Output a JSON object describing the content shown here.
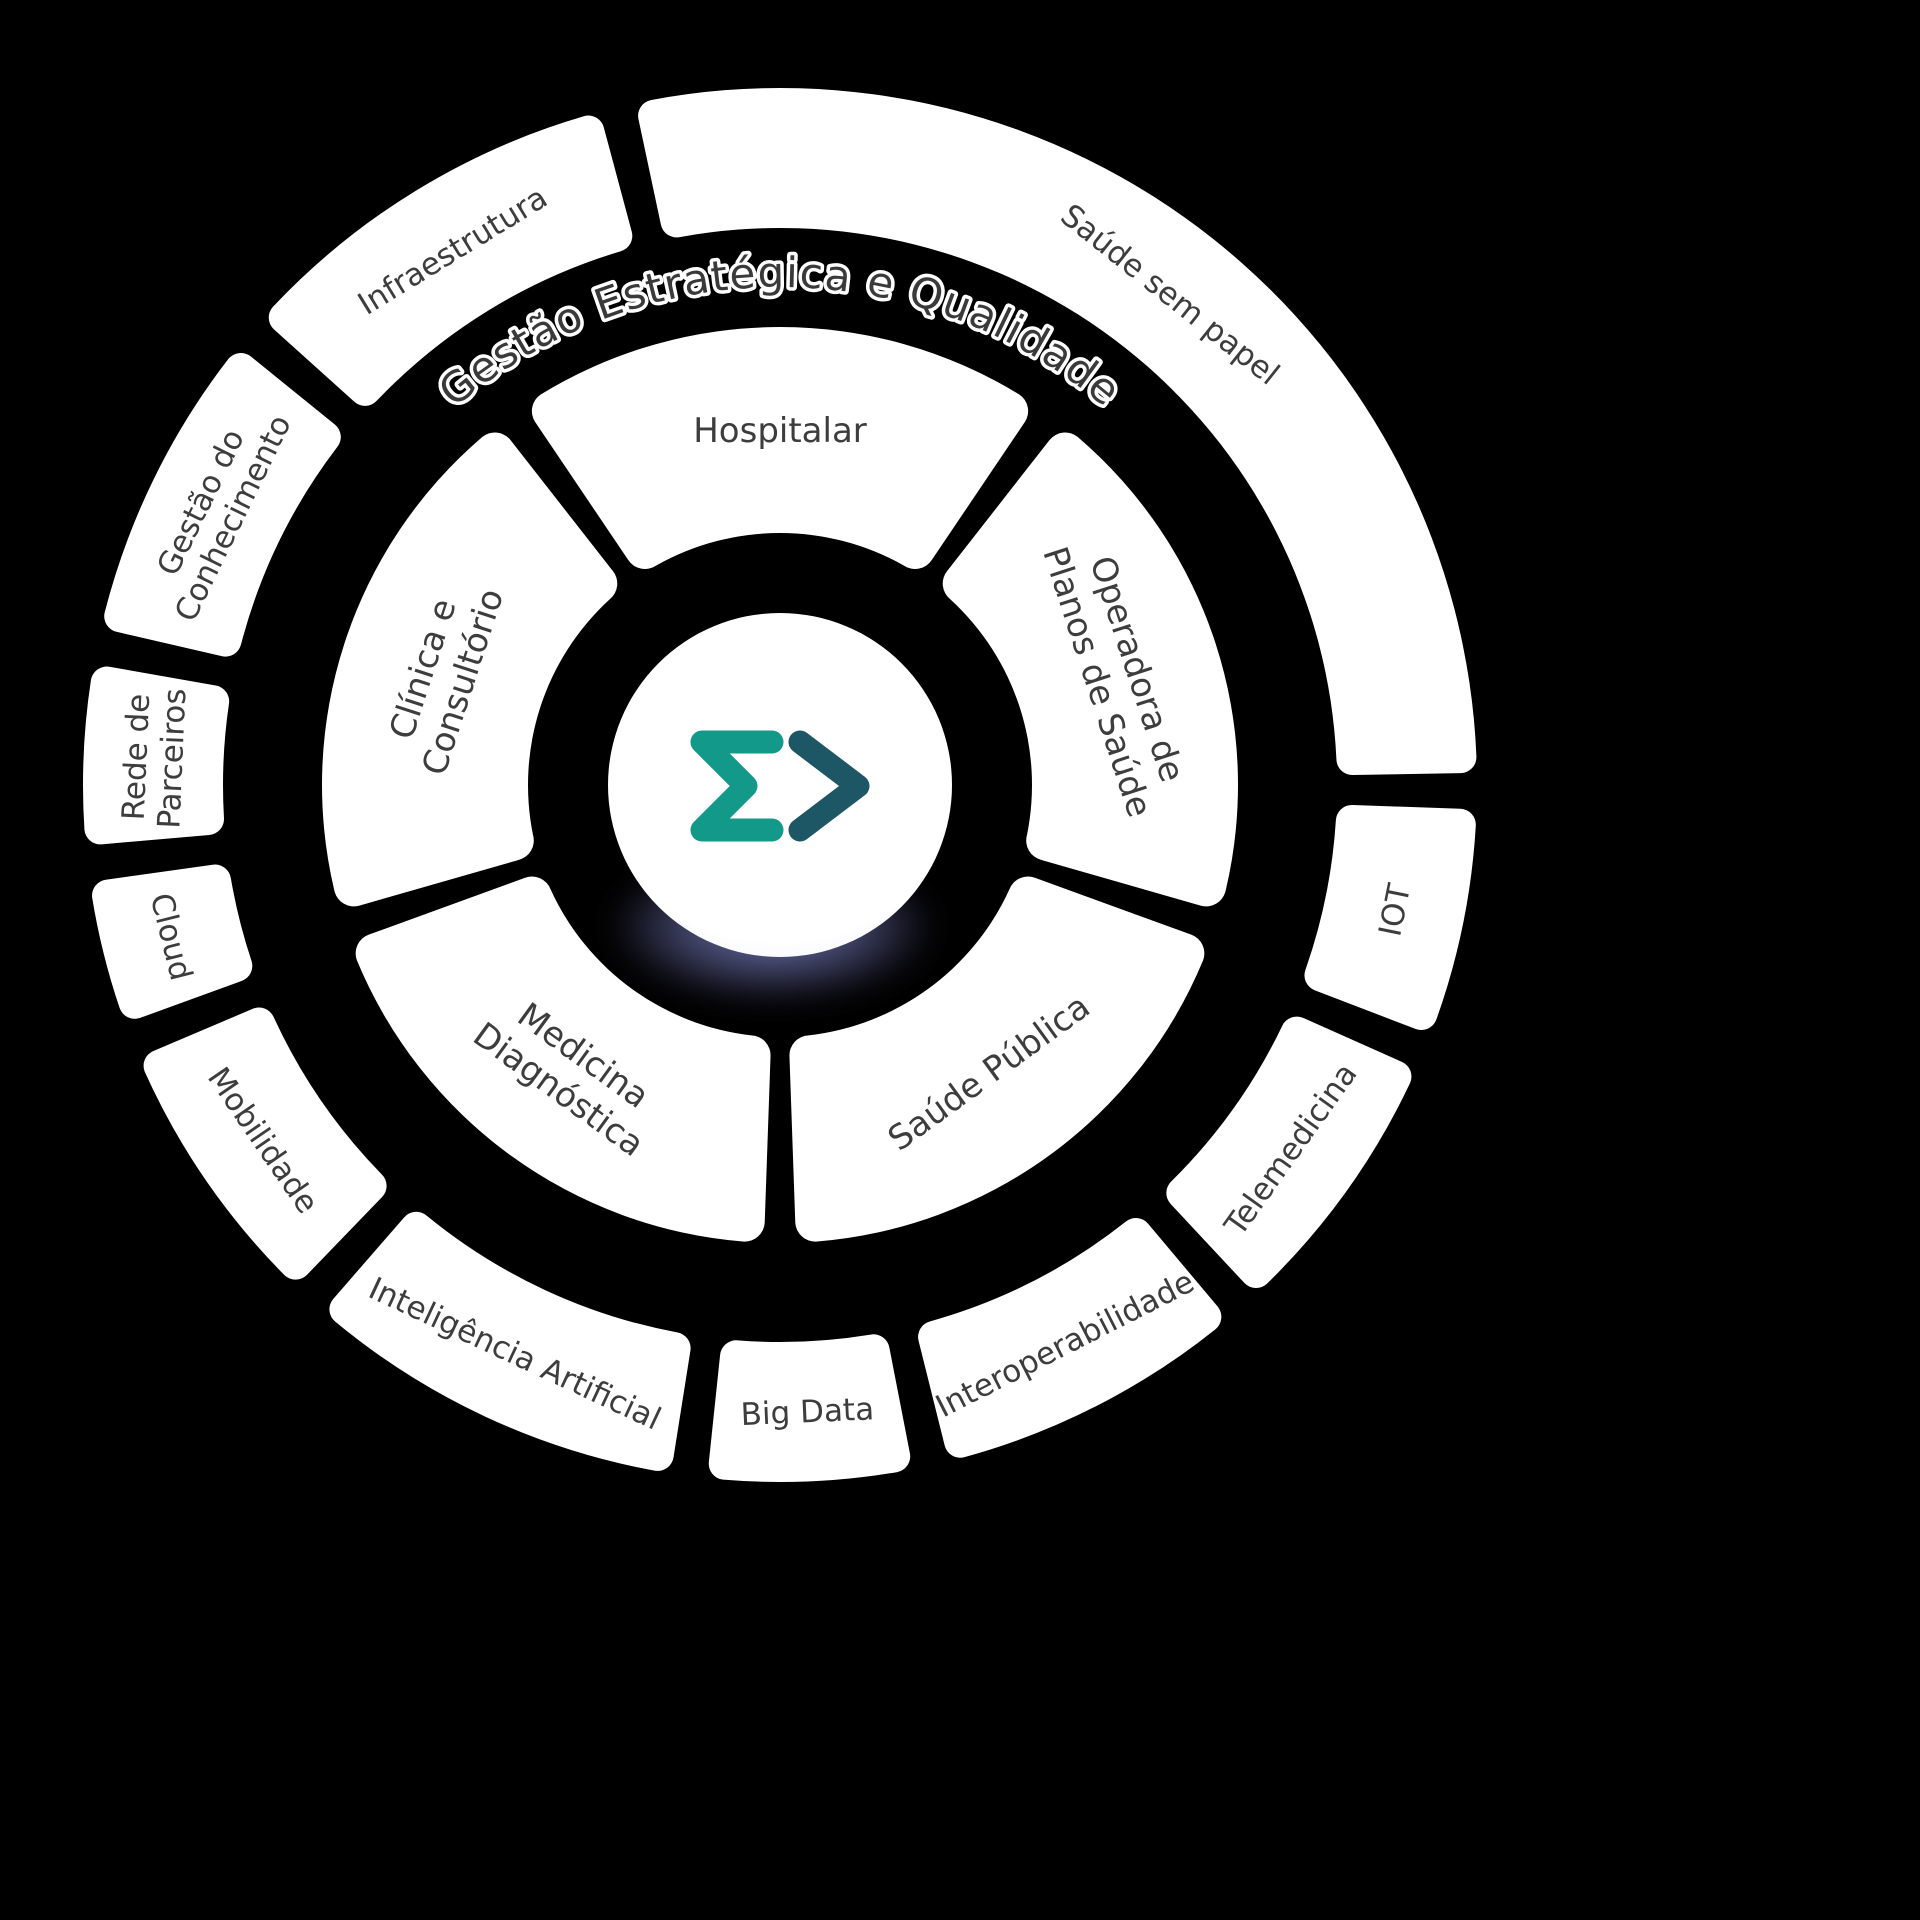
{
  "colors": {
    "background": "#000000",
    "segment_fill": "#ffffff",
    "segment_text": "#3d3d3d",
    "middle_label_text": "#3a3a3a",
    "middle_label_halo": "#ffffff",
    "logo_sigma": "#13998a",
    "logo_chevron": "#1d5766",
    "center_shadow": "#7b80c4"
  },
  "diagram": {
    "center_logo": {
      "name": "sigma-arrow-logo",
      "sigma_color": "#13998a",
      "chevron_color": "#1d5766"
    },
    "middle_ring": {
      "label": "Gestão Estratégica e Qualidade"
    },
    "inner_ring": {
      "gap_deg": 2,
      "segments": [
        {
          "id": "hospitalar",
          "label": "Hospitalar",
          "lines": [
            "Hospitalar"
          ],
          "start": -36,
          "end": 36
        },
        {
          "id": "operadora-planos-saude",
          "label": "Operadora de Planos de Saúde",
          "lines": [
            "Operadora de",
            "Planos de Saúde"
          ],
          "start": 36,
          "end": 108
        },
        {
          "id": "saude-publica",
          "label": "Saúde Pública",
          "lines": [
            "Saúde Pública"
          ],
          "start": 108,
          "end": 180
        },
        {
          "id": "medicina-diagnostica",
          "label": "Medicina Diagnóstica",
          "lines": [
            "Medicina",
            "Diagnóstica"
          ],
          "start": 180,
          "end": 252
        },
        {
          "id": "clinica-consultorio",
          "label": "Clínica e Consultório",
          "lines": [
            "Clínica e",
            "Consultório"
          ],
          "start": 252,
          "end": 324
        }
      ]
    },
    "outer_ring": {
      "gap_deg": 0,
      "segments": [
        {
          "id": "infraestrutura",
          "label": "Infraestrutura",
          "lines": [
            "Infraestrutura"
          ],
          "start": 312,
          "end": 345
        },
        {
          "id": "saude-sem-papel",
          "label": "Saúde sem papel",
          "lines": [
            "Saúde sem papel"
          ],
          "start": 348,
          "end": 449
        },
        {
          "id": "iot",
          "label": "IOT",
          "lines": [
            "IOT"
          ],
          "start": 92,
          "end": 111
        },
        {
          "id": "telemedicina",
          "label": "Telemedicina",
          "lines": [
            "Telemedicina"
          ],
          "start": 114,
          "end": 137
        },
        {
          "id": "interoperabilidade",
          "label": "Interoperabilidade",
          "lines": [
            "Interoperabilidade"
          ],
          "start": 140,
          "end": 166
        },
        {
          "id": "big-data",
          "label": "Big Data",
          "lines": [
            "Big Data"
          ],
          "start": 169,
          "end": 186
        },
        {
          "id": "inteligencia-artificial",
          "label": "Inteligência Artificial",
          "lines": [
            "Inteligência Artificial"
          ],
          "start": 189,
          "end": 221
        },
        {
          "id": "mobilidade",
          "label": "Mobilidade",
          "lines": [
            "Mobilidade"
          ],
          "start": 224,
          "end": 247
        },
        {
          "id": "cloud",
          "label": "Cloud",
          "lines": [
            "Cloud"
          ],
          "start": 250,
          "end": 262
        },
        {
          "id": "rede-parceiros",
          "label": "Rede de Parceiros",
          "lines": [
            "Rede de",
            "Parceiros"
          ],
          "start": 265,
          "end": 280
        },
        {
          "id": "gestao-conhecimento",
          "label": "Gestão do Conhecimento",
          "lines": [
            "Gestão do",
            "Conhecimento"
          ],
          "start": 283,
          "end": 309
        }
      ]
    }
  }
}
